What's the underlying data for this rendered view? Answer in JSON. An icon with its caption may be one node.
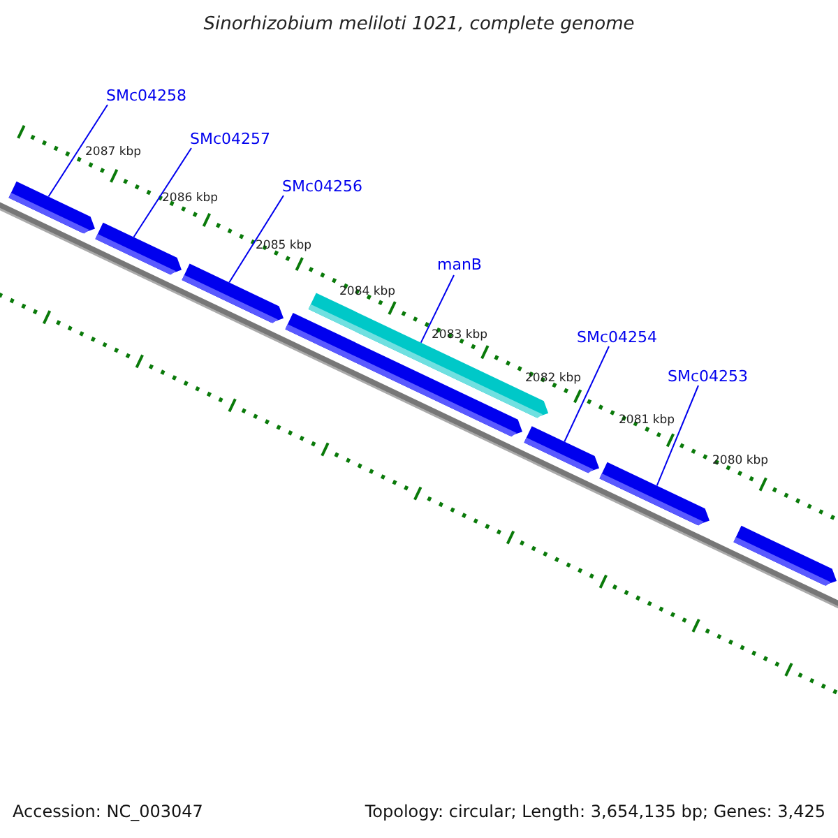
{
  "diagram": {
    "title": "Sinorhizobium meliloti 1021, complete genome",
    "nodes": [
      {
        "text": [
          "SMc04258"
        ]
      },
      {
        "text": [
          "SMc04257"
        ]
      },
      {
        "text": [
          "SMc04256"
        ]
      },
      {
        "text": [
          "manB"
        ]
      },
      {
        "text": [
          "SMc04254"
        ]
      },
      {
        "text": [
          "SMc04253"
        ]
      },
      {
        "text": [],
        "shape": "box"
      },
      {
        "text": [],
        "shape": "box"
      },
      {
        "text": [],
        "shape": "box"
      },
      {
        "text": [],
        "shape": "box"
      },
      {
        "text": [],
        "shape": "box"
      },
      {
        "text": [],
        "shape": "box"
      },
      {
        "text": [],
        "shape": "box"
      },
      {
        "text": [],
        "shape": "box"
      }
    ],
    "edges": [
      {
        "from": 0,
        "to": 6,
        "arrow": "none"
      },
      {
        "from": 1,
        "to": 7,
        "arrow": "none"
      },
      {
        "from": 2,
        "to": 8,
        "arrow": "none"
      },
      {
        "from": 3,
        "to": 9,
        "arrow": "none"
      },
      {
        "from": 4,
        "to": 11,
        "arrow": "none"
      },
      {
        "from": 5,
        "to": 12,
        "arrow": "none"
      }
    ],
    "labels": [
      "2087 kbp",
      "2086 kbp",
      "2085 kbp",
      "2084 kbp",
      "2083 kbp",
      "2082 kbp",
      "2081 kbp",
      "2080 kbp",
      "Accession: NC_003047",
      "Topology: circular; Length: 3,654,135 bp; Genes: 3,425"
    ]
  }
}
